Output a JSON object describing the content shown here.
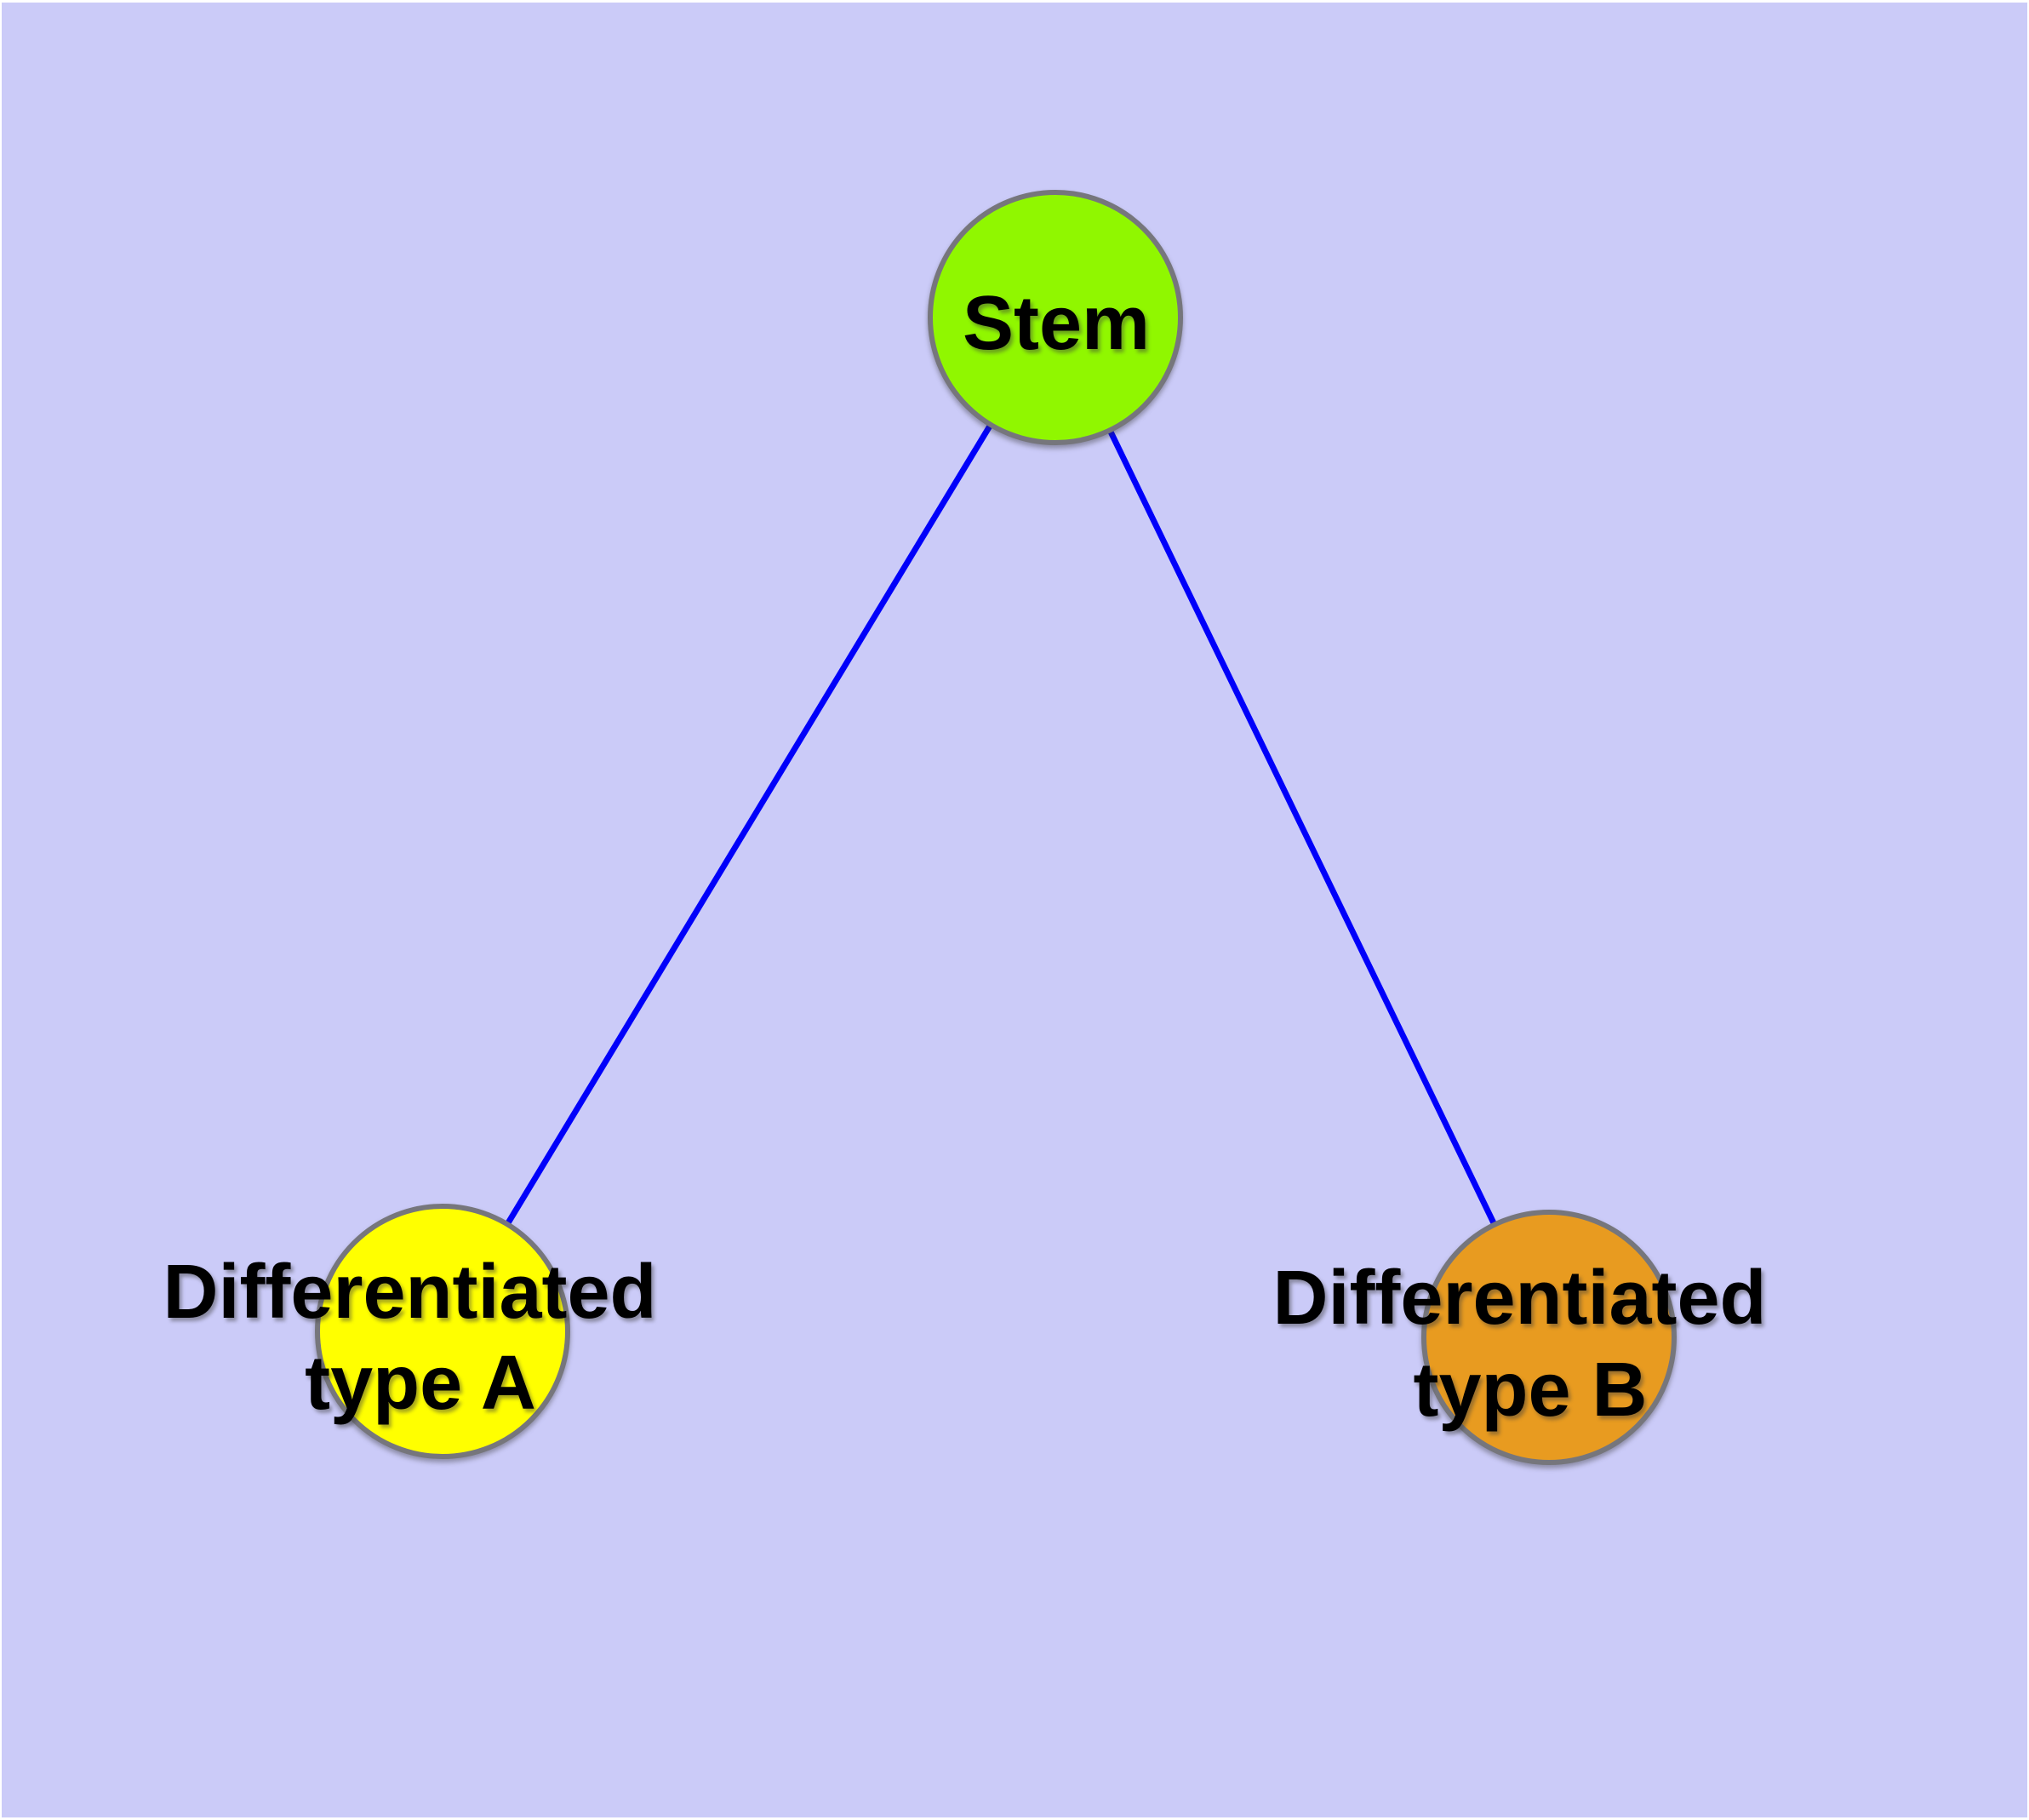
{
  "diagram": {
    "background_color": "#cbcbf8",
    "canvas_margin_color": "#ffffff",
    "edge_color": "#0000fa",
    "node_border_color": "#76767c",
    "label_color": "#000000",
    "nodes": {
      "stem": {
        "label": "Stem",
        "color": "#90f700"
      },
      "type_a": {
        "label": "Differentiated type A",
        "label_line1": "Differentiated",
        "label_line2": "type A",
        "color": "#ffff00"
      },
      "type_b": {
        "label": "Differentiated type B",
        "label_line1": "Differentiated",
        "label_line2": "type B",
        "color": "#e89b20"
      }
    },
    "edges": [
      {
        "from": "Stem",
        "to": "Differentiated type A"
      },
      {
        "from": "Stem",
        "to": "Differentiated type B"
      }
    ]
  }
}
